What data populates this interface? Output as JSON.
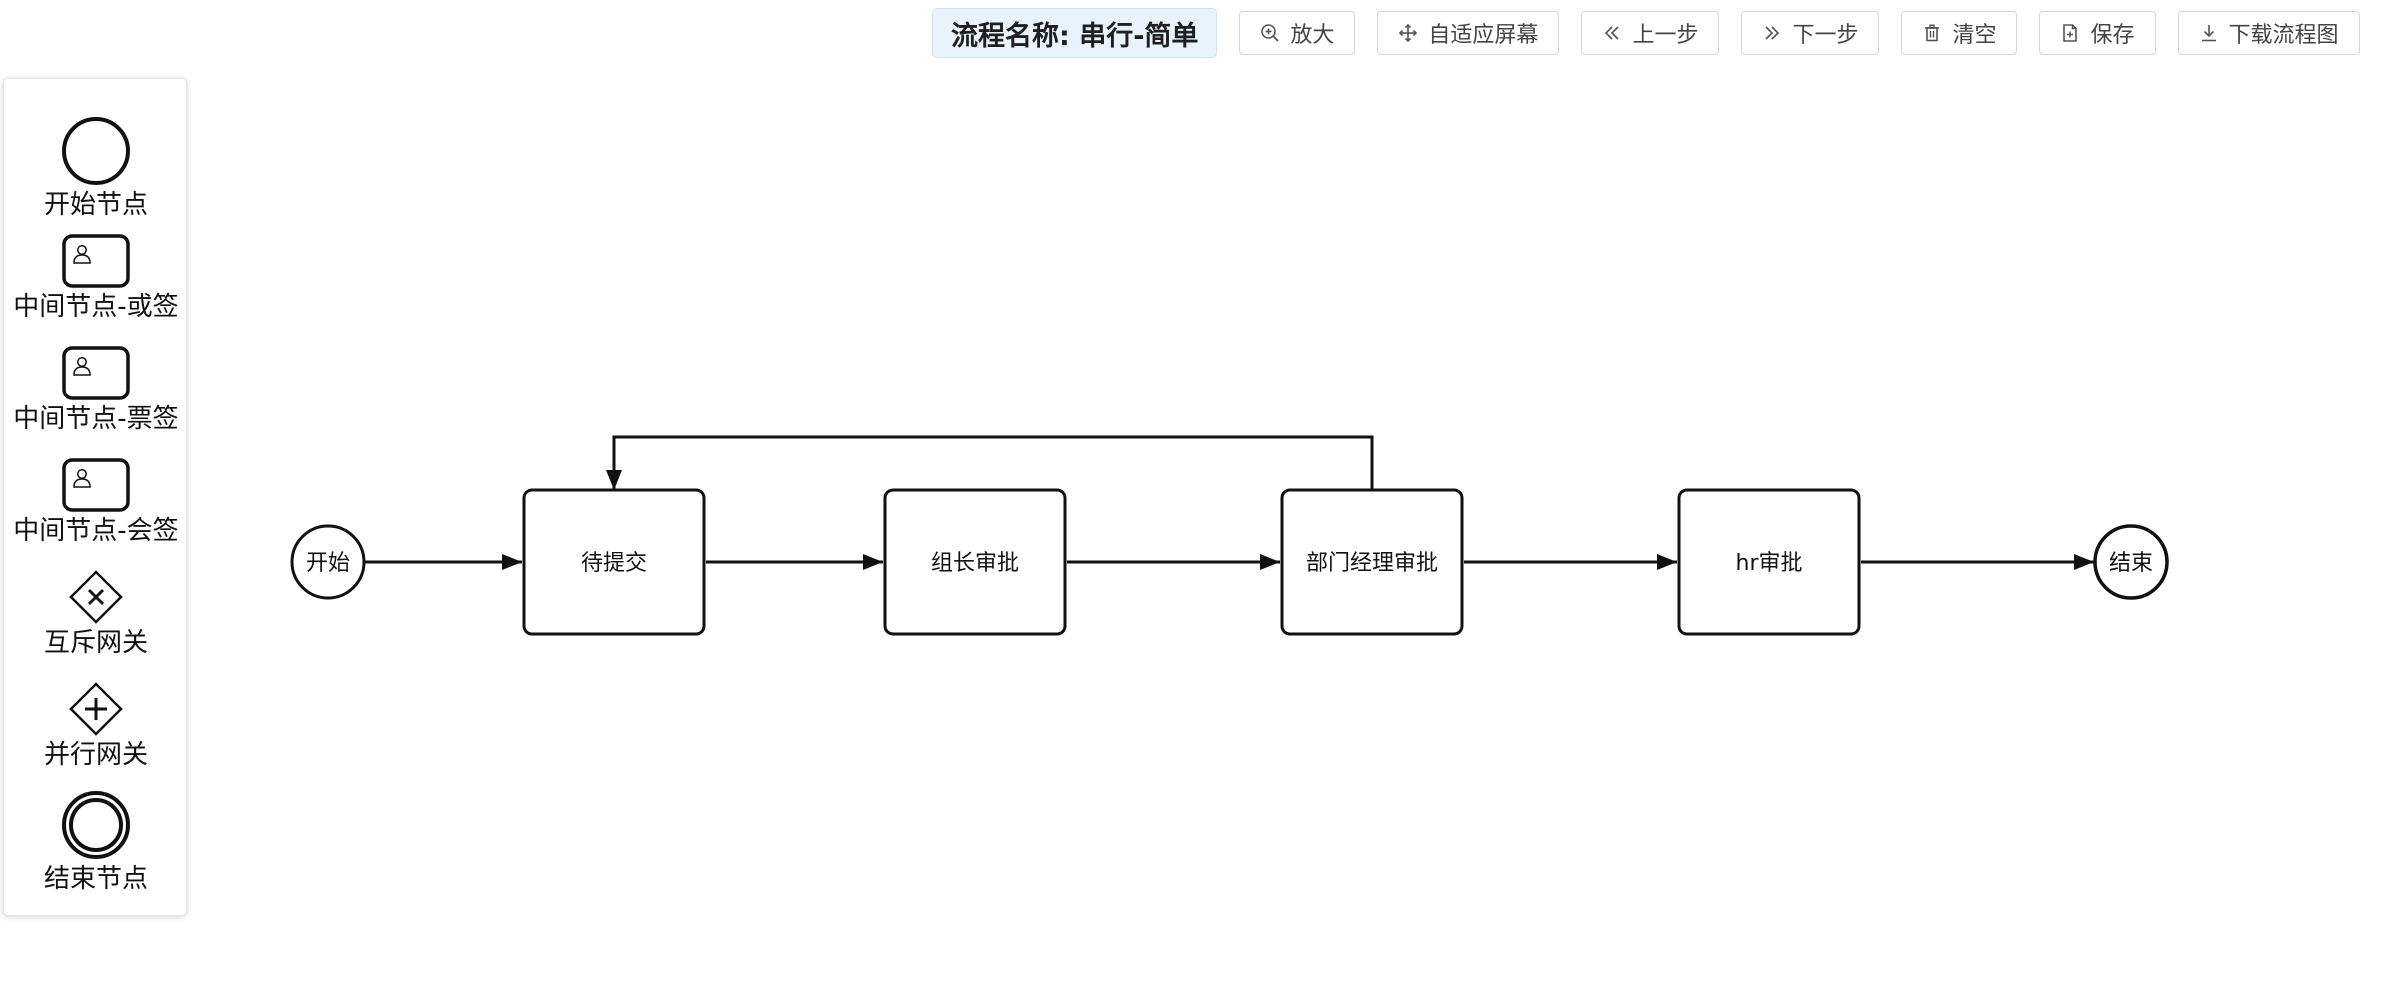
{
  "toolbar": {
    "title": "流程名称: 串行-简单",
    "buttons": {
      "zoom_in": "放大",
      "fit_screen": "自适应屏幕",
      "undo": "上一步",
      "redo": "下一步",
      "clear": "清空",
      "save": "保存",
      "download": "下载流程图"
    }
  },
  "palette": {
    "items": [
      {
        "label": "开始节点",
        "shape": "start-event"
      },
      {
        "label": "中间节点-或签",
        "shape": "user-task"
      },
      {
        "label": "中间节点-票签",
        "shape": "user-task"
      },
      {
        "label": "中间节点-会签",
        "shape": "user-task"
      },
      {
        "label": "互斥网关",
        "shape": "exclusive-gateway"
      },
      {
        "label": "并行网关",
        "shape": "parallel-gateway"
      },
      {
        "label": "结束节点",
        "shape": "end-event"
      }
    ]
  },
  "diagram": {
    "start": {
      "label": "开始"
    },
    "tasks": [
      {
        "label": "待提交"
      },
      {
        "label": "组长审批"
      },
      {
        "label": "部门经理审批"
      },
      {
        "label": "hr审批"
      }
    ],
    "end": {
      "label": "结束"
    }
  }
}
